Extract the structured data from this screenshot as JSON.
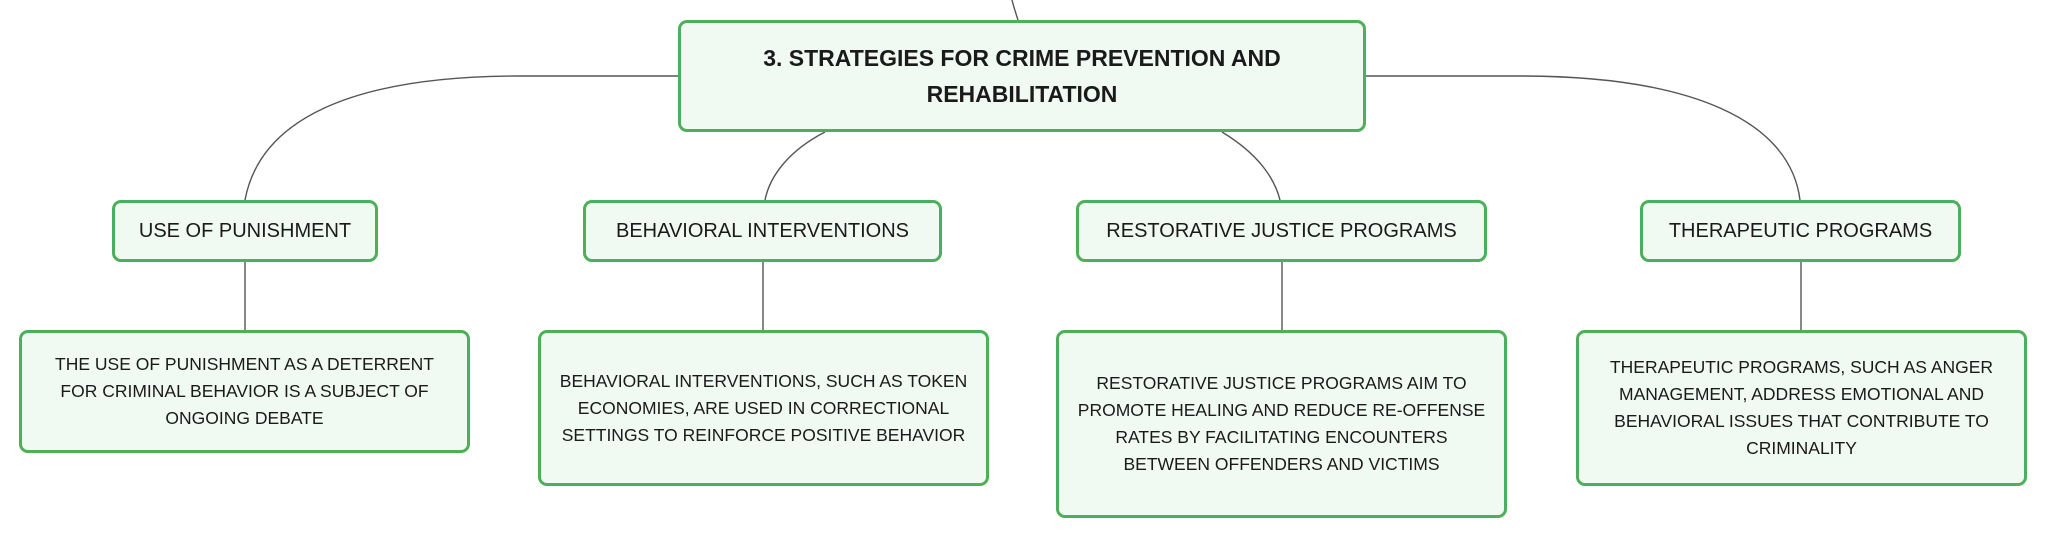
{
  "colors": {
    "node_border": "#4caf5a",
    "node_fill": "#f1f9f3",
    "connector": "#555555"
  },
  "mindmap": {
    "root": {
      "label": "3. STRATEGIES FOR CRIME PREVENTION AND REHABILITATION"
    },
    "topics": [
      {
        "label": "USE OF PUNISHMENT",
        "detail": "THE USE OF PUNISHMENT AS A DETERRENT FOR CRIMINAL BEHAVIOR IS A SUBJECT OF ONGOING DEBATE"
      },
      {
        "label": "BEHAVIORAL INTERVENTIONS",
        "detail": "BEHAVIORAL INTERVENTIONS, SUCH AS TOKEN ECONOMIES, ARE USED IN CORRECTIONAL SETTINGS TO REINFORCE POSITIVE BEHAVIOR"
      },
      {
        "label": "RESTORATIVE JUSTICE PROGRAMS",
        "detail": "RESTORATIVE JUSTICE PROGRAMS AIM TO PROMOTE HEALING AND REDUCE RE-OFFENSE RATES BY FACILITATING ENCOUNTERS BETWEEN OFFENDERS AND VICTIMS"
      },
      {
        "label": "THERAPEUTIC PROGRAMS",
        "detail": "THERAPEUTIC PROGRAMS, SUCH AS ANGER MANAGEMENT, ADDRESS EMOTIONAL AND BEHAVIORAL ISSUES THAT CONTRIBUTE TO CRIMINALITY"
      }
    ]
  }
}
